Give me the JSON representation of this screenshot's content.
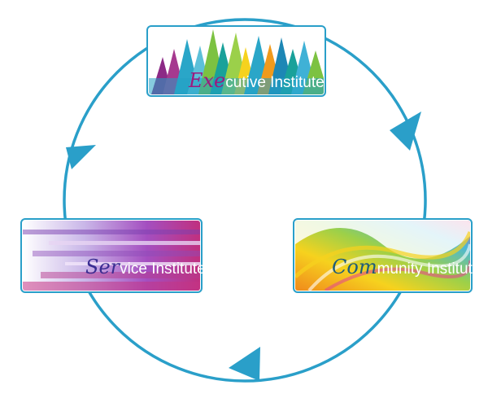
{
  "diagram": {
    "type": "cycle",
    "cycle_color": "#2a9fc9",
    "nodes": [
      {
        "id": "executive",
        "prefix": "Exe",
        "suffix": "cutive Institute",
        "prefix_color": "#9b1b7f",
        "position": "top"
      },
      {
        "id": "community",
        "prefix": "Com",
        "suffix": "munity Institute",
        "prefix_color": "#1f5d7a",
        "position": "right"
      },
      {
        "id": "service",
        "prefix": "Ser",
        "suffix": "vice Institute",
        "prefix_color": "#3a2d92",
        "position": "left"
      }
    ],
    "edges": [
      {
        "from": "executive",
        "to": "community",
        "direction": "clockwise"
      },
      {
        "from": "community",
        "to": "service",
        "direction": "clockwise"
      },
      {
        "from": "service",
        "to": "executive",
        "direction": "clockwise"
      }
    ]
  }
}
